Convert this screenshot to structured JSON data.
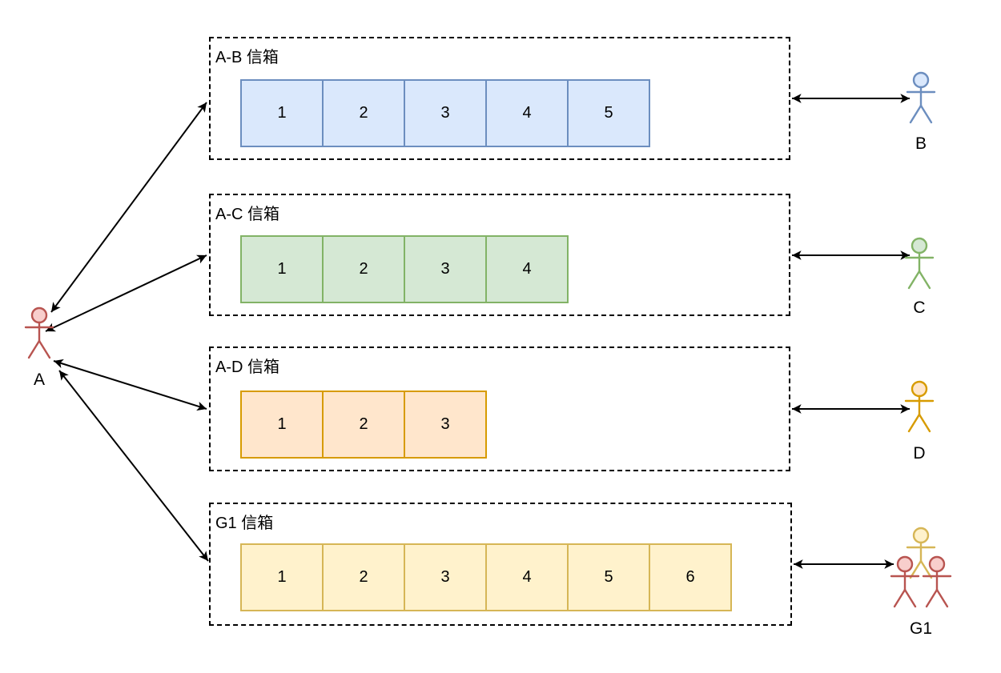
{
  "diagram": {
    "mailboxes": [
      {
        "id": "a-b",
        "title": "A-B 信箱",
        "fill": "#dae8fc",
        "border": "#6c8ebf",
        "cells": [
          "1",
          "2",
          "3",
          "4",
          "5"
        ]
      },
      {
        "id": "a-c",
        "title": "A-C 信箱",
        "fill": "#d5e8d4",
        "border": "#82b366",
        "cells": [
          "1",
          "2",
          "3",
          "4"
        ]
      },
      {
        "id": "a-d",
        "title": "A-D 信箱",
        "fill": "#ffe6cc",
        "border": "#d79b00",
        "cells": [
          "1",
          "2",
          "3"
        ]
      },
      {
        "id": "g1",
        "title": "G1 信箱",
        "fill": "#fff2cc",
        "border": "#d6b656",
        "cells": [
          "1",
          "2",
          "3",
          "4",
          "5",
          "6"
        ]
      }
    ],
    "actors": {
      "a": {
        "label": "A",
        "stroke": "#b85450",
        "fill": "#f8cecc"
      },
      "b": {
        "label": "B",
        "stroke": "#6c8ebf",
        "fill": "#dae8fc"
      },
      "c": {
        "label": "C",
        "stroke": "#82b366",
        "fill": "#d5e8d4"
      },
      "d": {
        "label": "D",
        "stroke": "#d79b00",
        "fill": "#ffe6cc"
      },
      "g1": {
        "label": "G1",
        "members": [
          {
            "stroke": "#d6b656",
            "fill": "#fff2cc"
          },
          {
            "stroke": "#b85450",
            "fill": "#f8cecc"
          },
          {
            "stroke": "#b85450",
            "fill": "#f8cecc"
          }
        ]
      }
    },
    "connector_color": "#000000"
  }
}
